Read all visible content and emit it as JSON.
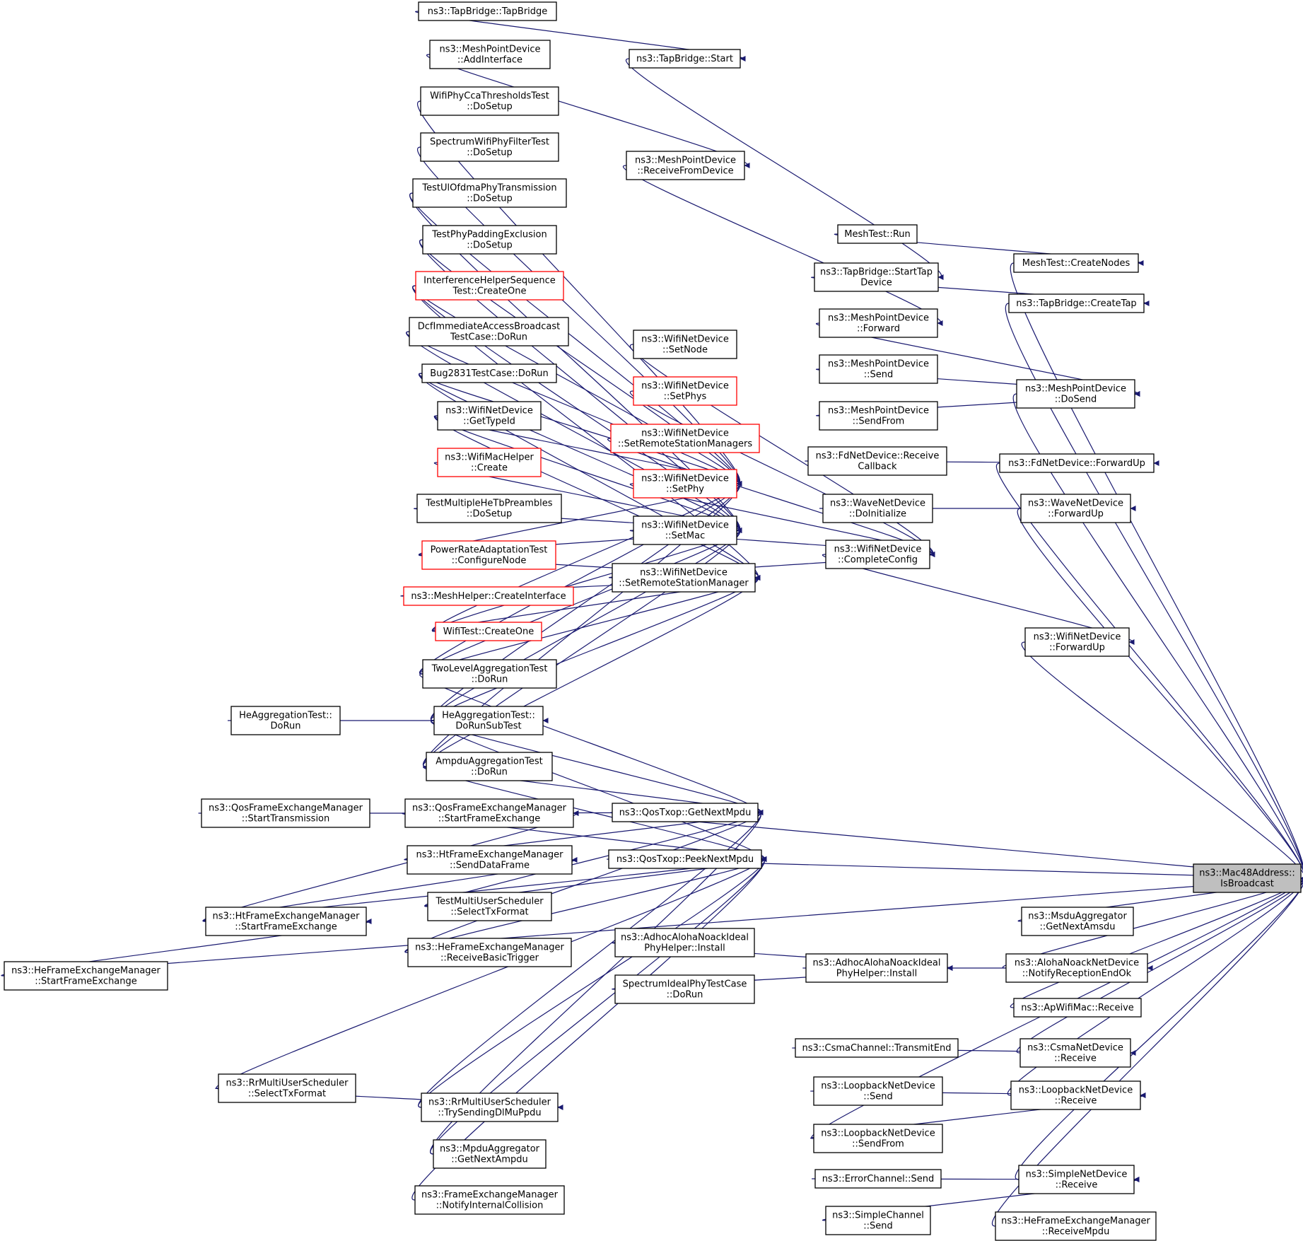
{
  "colors": {
    "edge": "#191970",
    "node_border": "#000000",
    "node_border_incomplete": "#ff0000",
    "target_fill": "#bfbfbf",
    "node_fill": "#ffffff"
  },
  "target": "n_isbc",
  "nodes": [
    {
      "id": "n_tbtb",
      "lines": [
        "ns3::TapBridge::TapBridge"
      ]
    },
    {
      "id": "n_tbstart",
      "lines": [
        "ns3::TapBridge::Start"
      ]
    },
    {
      "id": "n_mpdai",
      "lines": [
        "ns3::MeshPointDevice",
        "::AddInterface"
      ]
    },
    {
      "id": "n_wpcca",
      "lines": [
        "WifiPhyCcaThresholdsTest",
        "::DoSetup"
      ]
    },
    {
      "id": "n_swpf",
      "lines": [
        "SpectrumWifiPhyFilterTest",
        "::DoSetup"
      ]
    },
    {
      "id": "n_mprfd",
      "lines": [
        "ns3::MeshPointDevice",
        "::ReceiveFromDevice"
      ]
    },
    {
      "id": "n_tuopt",
      "lines": [
        "TestUlOfdmaPhyTransmission",
        "::DoSetup"
      ]
    },
    {
      "id": "n_tppe",
      "lines": [
        "TestPhyPaddingExclusion",
        "::DoSetup"
      ]
    },
    {
      "id": "n_meshrun",
      "lines": [
        "MeshTest::Run"
      ]
    },
    {
      "id": "n_meshcn",
      "lines": [
        "MeshTest::CreateNodes"
      ]
    },
    {
      "id": "n_tbstd",
      "lines": [
        "ns3::TapBridge::StartTap",
        "Device"
      ]
    },
    {
      "id": "n_ihst",
      "lines": [
        "InterferenceHelperSequence",
        "Test::CreateOne"
      ],
      "incomplete": true
    },
    {
      "id": "n_tbct",
      "lines": [
        "ns3::TapBridge::CreateTap"
      ]
    },
    {
      "id": "n_mpdfw",
      "lines": [
        "ns3::MeshPointDevice",
        "::Forward"
      ]
    },
    {
      "id": "n_dciab",
      "lines": [
        "DcfImmediateAccessBroadcast",
        "TestCase::DoRun"
      ]
    },
    {
      "id": "n_wndsn",
      "lines": [
        "ns3::WifiNetDevice",
        "::SetNode"
      ]
    },
    {
      "id": "n_mpdsend",
      "lines": [
        "ns3::MeshPointDevice",
        "::Send"
      ]
    },
    {
      "id": "n_bug",
      "lines": [
        "Bug2831TestCase::DoRun"
      ]
    },
    {
      "id": "n_wndsp",
      "lines": [
        "ns3::WifiNetDevice",
        "::SetPhys"
      ],
      "incomplete": true
    },
    {
      "id": "n_mpdds",
      "lines": [
        "ns3::MeshPointDevice",
        "::DoSend"
      ]
    },
    {
      "id": "n_wndgt",
      "lines": [
        "ns3::WifiNetDevice",
        "::GetTypeId"
      ]
    },
    {
      "id": "n_mpdsf",
      "lines": [
        "ns3::MeshPointDevice",
        "::SendFrom"
      ]
    },
    {
      "id": "n_wndsrsms",
      "lines": [
        "ns3::WifiNetDevice",
        "::SetRemoteStationManagers"
      ],
      "incomplete": true
    },
    {
      "id": "n_wmhc",
      "lines": [
        "ns3::WifiMacHelper",
        "::Create"
      ],
      "incomplete": true
    },
    {
      "id": "n_fdrc",
      "lines": [
        "ns3::FdNetDevice::Receive",
        "Callback"
      ]
    },
    {
      "id": "n_fdfu",
      "lines": [
        "ns3::FdNetDevice::ForwardUp"
      ]
    },
    {
      "id": "n_wndsphy",
      "lines": [
        "ns3::WifiNetDevice",
        "::SetPhy"
      ],
      "incomplete": true
    },
    {
      "id": "n_tmhtp",
      "lines": [
        "TestMultipleHeTbPreambles",
        "::DoSetup"
      ]
    },
    {
      "id": "n_wvdi",
      "lines": [
        "ns3::WaveNetDevice",
        "::DoInitialize"
      ]
    },
    {
      "id": "n_wvfu",
      "lines": [
        "ns3::WaveNetDevice",
        "::ForwardUp"
      ]
    },
    {
      "id": "n_wndsm",
      "lines": [
        "ns3::WifiNetDevice",
        "::SetMac"
      ]
    },
    {
      "id": "n_prat",
      "lines": [
        "PowerRateAdaptationTest",
        "::ConfigureNode"
      ],
      "incomplete": true
    },
    {
      "id": "n_wndcc",
      "lines": [
        "ns3::WifiNetDevice",
        "::CompleteConfig"
      ]
    },
    {
      "id": "n_wndsrsm",
      "lines": [
        "ns3::WifiNetDevice",
        "::SetRemoteStationManager"
      ]
    },
    {
      "id": "n_mhci",
      "lines": [
        "ns3::MeshHelper::CreateInterface"
      ],
      "incomplete": true
    },
    {
      "id": "n_wtco",
      "lines": [
        "WifiTest::CreateOne"
      ],
      "incomplete": true
    },
    {
      "id": "n_wndfu",
      "lines": [
        "ns3::WifiNetDevice",
        "::ForwardUp"
      ]
    },
    {
      "id": "n_tlat",
      "lines": [
        "TwoLevelAggregationTest",
        "::DoRun"
      ]
    },
    {
      "id": "n_hatdr",
      "lines": [
        "HeAggregationTest::",
        "DoRun"
      ]
    },
    {
      "id": "n_hatdrst",
      "lines": [
        "HeAggregationTest::",
        "DoRunSubTest"
      ]
    },
    {
      "id": "n_aat",
      "lines": [
        "AmpduAggregationTest",
        "::DoRun"
      ]
    },
    {
      "id": "n_qfemst",
      "lines": [
        "ns3::QosFrameExchangeManager",
        "::StartTransmission"
      ]
    },
    {
      "id": "n_qfemsfe",
      "lines": [
        "ns3::QosFrameExchangeManager",
        "::StartFrameExchange"
      ]
    },
    {
      "id": "n_qtgnm",
      "lines": [
        "ns3::QosTxop::GetNextMpdu"
      ]
    },
    {
      "id": "n_htsdf",
      "lines": [
        "ns3::HtFrameExchangeManager",
        "::SendDataFrame"
      ]
    },
    {
      "id": "n_qtpnm",
      "lines": [
        "ns3::QosTxop::PeekNextMpdu"
      ]
    },
    {
      "id": "n_isbc",
      "lines": [
        "ns3::Mac48Address::",
        "IsBroadcast"
      ]
    },
    {
      "id": "n_tmus",
      "lines": [
        "TestMultiUserScheduler",
        "::SelectTxFormat"
      ]
    },
    {
      "id": "n_htsfe",
      "lines": [
        "ns3::HtFrameExchangeManager",
        "::StartFrameExchange"
      ]
    },
    {
      "id": "n_msdu",
      "lines": [
        "ns3::MsduAggregator",
        "::GetNextAmsdu"
      ]
    },
    {
      "id": "n_hefembt",
      "lines": [
        "ns3::HeFrameExchangeManager",
        "::ReceiveBasicTrigger"
      ]
    },
    {
      "id": "n_aanipi2",
      "lines": [
        "ns3::AdhocAlohaNoackIdeal",
        "PhyHelper::Install"
      ]
    },
    {
      "id": "n_hefesfe",
      "lines": [
        "ns3::HeFrameExchangeManager",
        "::StartFrameExchange"
      ]
    },
    {
      "id": "n_aanipi",
      "lines": [
        "ns3::AdhocAlohaNoackIdeal",
        "PhyHelper::Install"
      ]
    },
    {
      "id": "n_annro",
      "lines": [
        "ns3::AlohaNoackNetDevice",
        "::NotifyReceptionEndOk"
      ]
    },
    {
      "id": "n_sipt",
      "lines": [
        "SpectrumIdealPhyTestCase",
        "::DoRun"
      ]
    },
    {
      "id": "n_apwr",
      "lines": [
        "ns3::ApWifiMac::Receive"
      ]
    },
    {
      "id": "n_csmate",
      "lines": [
        "ns3::CsmaChannel::TransmitEnd"
      ]
    },
    {
      "id": "n_csmar",
      "lines": [
        "ns3::CsmaNetDevice",
        "::Receive"
      ]
    },
    {
      "id": "n_rrmsst",
      "lines": [
        "ns3::RrMultiUserScheduler",
        "::SelectTxFormat"
      ]
    },
    {
      "id": "n_lbs",
      "lines": [
        "ns3::LoopbackNetDevice",
        "::Send"
      ]
    },
    {
      "id": "n_lbr",
      "lines": [
        "ns3::LoopbackNetDevice",
        "::Receive"
      ]
    },
    {
      "id": "n_rrmstsdm",
      "lines": [
        "ns3::RrMultiUserScheduler",
        "::TrySendingDlMuPpdu"
      ]
    },
    {
      "id": "n_lbsf",
      "lines": [
        "ns3::LoopbackNetDevice",
        "::SendFrom"
      ]
    },
    {
      "id": "n_mpduag",
      "lines": [
        "ns3::MpduAggregator",
        "::GetNextAmpdu"
      ]
    },
    {
      "id": "n_ecs",
      "lines": [
        "ns3::ErrorChannel::Send"
      ]
    },
    {
      "id": "n_sndr",
      "lines": [
        "ns3::SimpleNetDevice",
        "::Receive"
      ]
    },
    {
      "id": "n_femnic",
      "lines": [
        "ns3::FrameExchangeManager",
        "::NotifyInternalCollision"
      ]
    },
    {
      "id": "n_scs",
      "lines": [
        "ns3::SimpleChannel",
        "::Send"
      ]
    },
    {
      "id": "n_hefemrm",
      "lines": [
        "ns3::HeFrameExchangeManager",
        "::ReceiveMpdu"
      ]
    }
  ],
  "edges": [
    [
      "n_tbtb",
      "n_tbstart"
    ],
    [
      "n_tbstart",
      "n_tbstd"
    ],
    [
      "n_tbstd",
      "n_tbct"
    ],
    [
      "n_tbct",
      "n_isbc"
    ],
    [
      "n_meshrun",
      "n_meshcn"
    ],
    [
      "n_meshcn",
      "n_isbc"
    ],
    [
      "n_mpdai",
      "n_mprfd"
    ],
    [
      "n_mprfd",
      "n_mpdfw"
    ],
    [
      "n_mpdfw",
      "n_mpdds"
    ],
    [
      "n_mpdsend",
      "n_mpdds"
    ],
    [
      "n_mpdsf",
      "n_mpdds"
    ],
    [
      "n_mpdds",
      "n_isbc"
    ],
    [
      "n_fdrc",
      "n_fdfu"
    ],
    [
      "n_fdfu",
      "n_isbc"
    ],
    [
      "n_wvdi",
      "n_wvfu"
    ],
    [
      "n_wvfu",
      "n_isbc"
    ],
    [
      "n_wndsn",
      "n_wndcc"
    ],
    [
      "n_wndsp",
      "n_wndcc"
    ],
    [
      "n_wndsrsms",
      "n_wndcc"
    ],
    [
      "n_wndsphy",
      "n_wndcc"
    ],
    [
      "n_wndsm",
      "n_wndcc"
    ],
    [
      "n_wndsrsm",
      "n_wndcc"
    ],
    [
      "n_wndcc",
      "n_wndfu"
    ],
    [
      "n_wndfu",
      "n_isbc"
    ],
    [
      "n_wpcca",
      "n_wndsphy"
    ],
    [
      "n_swpf",
      "n_wndsphy"
    ],
    [
      "n_tuopt",
      "n_wndsphy"
    ],
    [
      "n_tppe",
      "n_wndsphy"
    ],
    [
      "n_ihst",
      "n_wndsphy"
    ],
    [
      "n_dciab",
      "n_wndsphy"
    ],
    [
      "n_bug",
      "n_wndsphy"
    ],
    [
      "n_wndgt",
      "n_wndsphy"
    ],
    [
      "n_prat",
      "n_wndsphy"
    ],
    [
      "n_tlat",
      "n_wndsphy"
    ],
    [
      "n_hatdrst",
      "n_wndsphy"
    ],
    [
      "n_aat",
      "n_wndsphy"
    ],
    [
      "n_wtco",
      "n_wndsphy"
    ],
    [
      "n_tuopt",
      "n_wndsm"
    ],
    [
      "n_tppe",
      "n_wndsm"
    ],
    [
      "n_ihst",
      "n_wndsm"
    ],
    [
      "n_dciab",
      "n_wndsm"
    ],
    [
      "n_bug",
      "n_wndsm"
    ],
    [
      "n_wndgt",
      "n_wndsm"
    ],
    [
      "n_wmhc",
      "n_wndsm"
    ],
    [
      "n_tmhtp",
      "n_wndsm"
    ],
    [
      "n_prat",
      "n_wndsm"
    ],
    [
      "n_tlat",
      "n_wndsm"
    ],
    [
      "n_hatdrst",
      "n_wndsm"
    ],
    [
      "n_aat",
      "n_wndsm"
    ],
    [
      "n_wtco",
      "n_wndsm"
    ],
    [
      "n_ihst",
      "n_wndsrsm"
    ],
    [
      "n_bug",
      "n_wndsrsm"
    ],
    [
      "n_wndgt",
      "n_wndsrsm"
    ],
    [
      "n_prat",
      "n_wndsrsm"
    ],
    [
      "n_mhci",
      "n_wndsrsm"
    ],
    [
      "n_wtco",
      "n_wndsrsm"
    ],
    [
      "n_tlat",
      "n_wndsrsm"
    ],
    [
      "n_hatdrst",
      "n_wndsrsm"
    ],
    [
      "n_aat",
      "n_wndsrsm"
    ],
    [
      "n_hatdr",
      "n_hatdrst"
    ],
    [
      "n_qfemst",
      "n_qfemsfe"
    ],
    [
      "n_htsfe",
      "n_qfemsfe"
    ],
    [
      "n_htsfe",
      "n_htsdf"
    ],
    [
      "n_hefesfe",
      "n_htsfe"
    ],
    [
      "n_rrmsst",
      "n_rrmstsdm"
    ],
    [
      "n_tlat",
      "n_qtgnm"
    ],
    [
      "n_hatdrst",
      "n_qtgnm"
    ],
    [
      "n_aat",
      "n_qtgnm"
    ],
    [
      "n_qfemsfe",
      "n_qtgnm"
    ],
    [
      "n_htsdf",
      "n_qtgnm"
    ],
    [
      "n_tmus",
      "n_qtgnm"
    ],
    [
      "n_hefembt",
      "n_qtgnm"
    ],
    [
      "n_rrmstsdm",
      "n_qtgnm"
    ],
    [
      "n_mpduag",
      "n_qtgnm"
    ],
    [
      "n_hatdrst",
      "n_qtpnm"
    ],
    [
      "n_aat",
      "n_qtpnm"
    ],
    [
      "n_qfemsfe",
      "n_qtpnm"
    ],
    [
      "n_tmus",
      "n_qtpnm"
    ],
    [
      "n_htsfe",
      "n_qtpnm"
    ],
    [
      "n_hefembt",
      "n_qtpnm"
    ],
    [
      "n_rrmsst",
      "n_qtpnm"
    ],
    [
      "n_rrmstsdm",
      "n_qtpnm"
    ],
    [
      "n_mpduag",
      "n_qtpnm"
    ],
    [
      "n_femnic",
      "n_qtpnm"
    ],
    [
      "n_qtgnm",
      "n_isbc"
    ],
    [
      "n_qtpnm",
      "n_isbc"
    ],
    [
      "n_hefesfe",
      "n_isbc"
    ],
    [
      "n_msdu",
      "n_isbc"
    ],
    [
      "n_aanipi2",
      "n_aanipi"
    ],
    [
      "n_sipt",
      "n_aanipi"
    ],
    [
      "n_aanipi",
      "n_annro"
    ],
    [
      "n_annro",
      "n_isbc"
    ],
    [
      "n_apwr",
      "n_isbc"
    ],
    [
      "n_csmate",
      "n_csmar"
    ],
    [
      "n_csmar",
      "n_isbc"
    ],
    [
      "n_lbs",
      "n_lbr"
    ],
    [
      "n_lbsf",
      "n_lbr"
    ],
    [
      "n_lbr",
      "n_isbc"
    ],
    [
      "n_lbsf",
      "n_isbc"
    ],
    [
      "n_ecs",
      "n_sndr"
    ],
    [
      "n_scs",
      "n_sndr"
    ],
    [
      "n_sndr",
      "n_isbc"
    ],
    [
      "n_hefemrm",
      "n_isbc"
    ]
  ]
}
